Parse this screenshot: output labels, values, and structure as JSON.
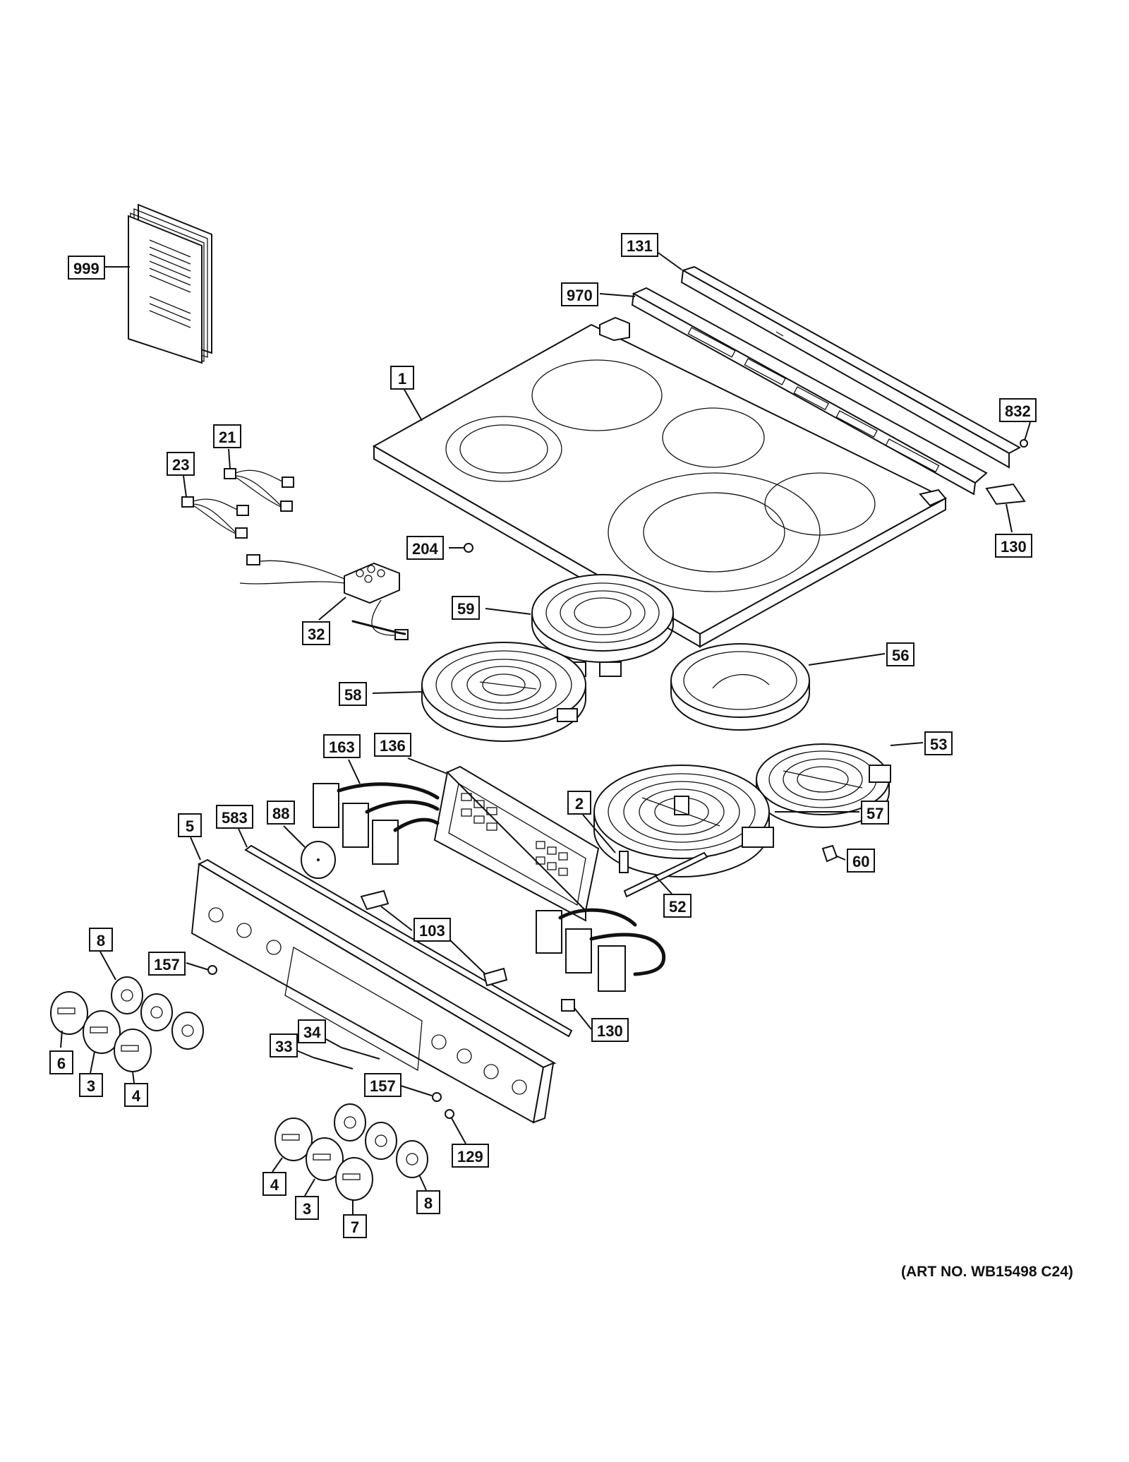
{
  "figure": {
    "art_number": "(ART NO. WB15498 C24)"
  },
  "callouts": [
    {
      "id": "c999",
      "label": "999"
    },
    {
      "id": "c131",
      "label": "131"
    },
    {
      "id": "c970",
      "label": "970"
    },
    {
      "id": "c1",
      "label": "1"
    },
    {
      "id": "c832",
      "label": "832"
    },
    {
      "id": "c21",
      "label": "21"
    },
    {
      "id": "c23",
      "label": "23"
    },
    {
      "id": "c204",
      "label": "204"
    },
    {
      "id": "c130a",
      "label": "130"
    },
    {
      "id": "c32",
      "label": "32"
    },
    {
      "id": "c59",
      "label": "59"
    },
    {
      "id": "c56",
      "label": "56"
    },
    {
      "id": "c58",
      "label": "58"
    },
    {
      "id": "c163",
      "label": "163"
    },
    {
      "id": "c136",
      "label": "136"
    },
    {
      "id": "c53",
      "label": "53"
    },
    {
      "id": "c2",
      "label": "2"
    },
    {
      "id": "c583",
      "label": "583"
    },
    {
      "id": "c88",
      "label": "88"
    },
    {
      "id": "c57",
      "label": "57"
    },
    {
      "id": "c5",
      "label": "5"
    },
    {
      "id": "c60",
      "label": "60"
    },
    {
      "id": "c52",
      "label": "52"
    },
    {
      "id": "c103",
      "label": "103"
    },
    {
      "id": "c8a",
      "label": "8"
    },
    {
      "id": "c157a",
      "label": "157"
    },
    {
      "id": "c130b",
      "label": "130"
    },
    {
      "id": "c6",
      "label": "6"
    },
    {
      "id": "c3a",
      "label": "3"
    },
    {
      "id": "c4a",
      "label": "4"
    },
    {
      "id": "c33",
      "label": "33"
    },
    {
      "id": "c34",
      "label": "34"
    },
    {
      "id": "c157b",
      "label": "157"
    },
    {
      "id": "c129",
      "label": "129"
    },
    {
      "id": "c4b",
      "label": "4"
    },
    {
      "id": "c3b",
      "label": "3"
    },
    {
      "id": "c7",
      "label": "7"
    },
    {
      "id": "c8b",
      "label": "8"
    }
  ]
}
